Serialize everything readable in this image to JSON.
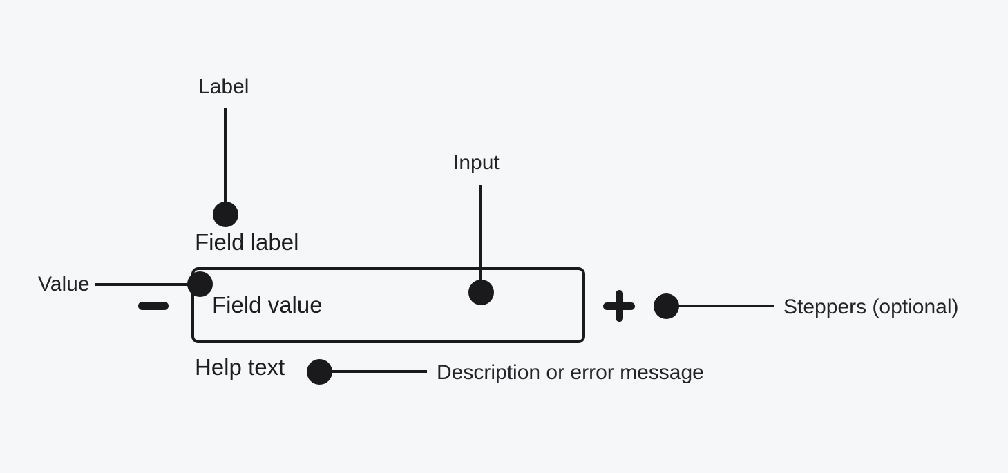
{
  "diagram": {
    "annotations": {
      "label": "Label",
      "input": "Input",
      "value": "Value",
      "steppers": "Steppers (optional)",
      "description": "Description or error message"
    },
    "component": {
      "field_label": "Field label",
      "field_value": "Field value",
      "help_text": "Help text"
    },
    "icons": {
      "minus": "minus-icon",
      "plus": "plus-icon"
    },
    "colors": {
      "background": "#f6f7f9",
      "ink": "#1a1a1d",
      "component_text": "#1d1d1f",
      "annotation_text": "#242428"
    }
  }
}
